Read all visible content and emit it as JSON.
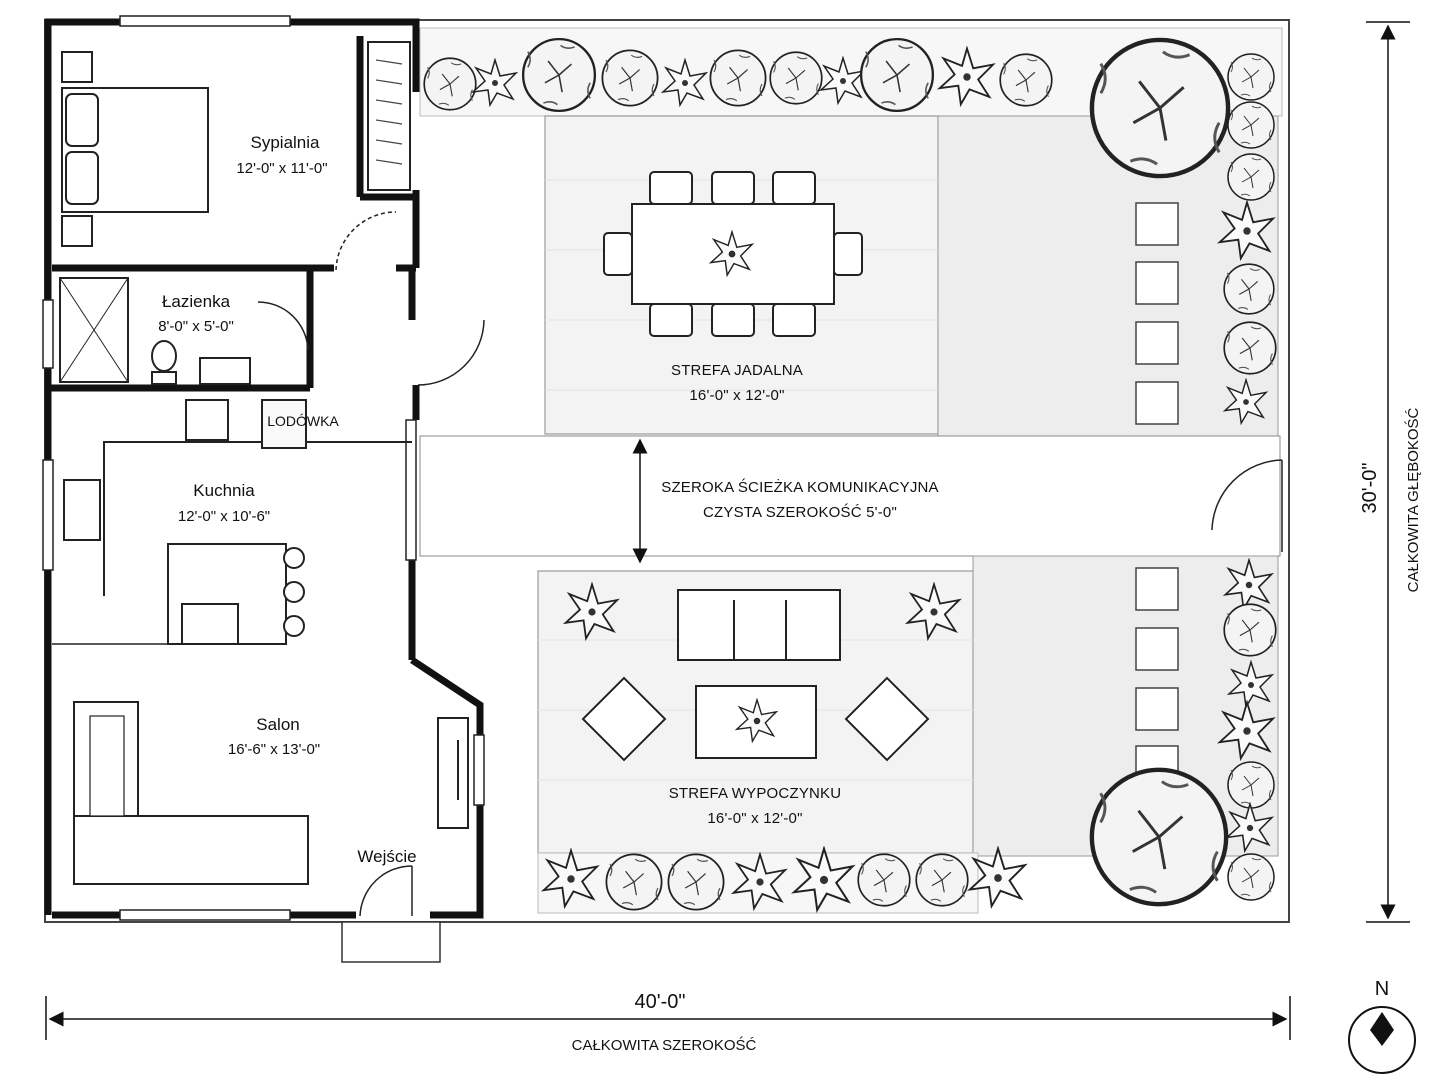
{
  "rooms": {
    "bedroom": {
      "name": "Sypialnia",
      "size": "12'-0\" x 11'-0\""
    },
    "bathroom": {
      "name": "Łazienka",
      "size": "8'-0\" x 5'-0\""
    },
    "kitchen": {
      "name": "Kuchnia",
      "size": "12'-0\" x 10'-6\""
    },
    "fridge": "LODÓWKA",
    "living": {
      "name": "Salon",
      "size": "16'-6\" x 13'-0\""
    },
    "entry": "Wejście"
  },
  "outdoor": {
    "dining": {
      "name": "STREFA JADALNA",
      "size": "16'-0\" x 12'-0\""
    },
    "lounge": {
      "name": "STREFA WYPOCZYNKU",
      "size": "16'-0\" x 12'-0\""
    },
    "path": {
      "line1": "SZEROKA ŚCIEŻKA KOMUNIKACYJNA",
      "line2": "CZYSTA SZEROKOŚĆ 5'-0\""
    }
  },
  "dimensions": {
    "width_value": "40'-0\"",
    "width_label": "CAŁKOWITA SZEROKOŚĆ",
    "depth_value": "30'-0\"",
    "depth_label": "CAŁKOWITA GŁĘBOKOŚĆ"
  },
  "north": "N"
}
